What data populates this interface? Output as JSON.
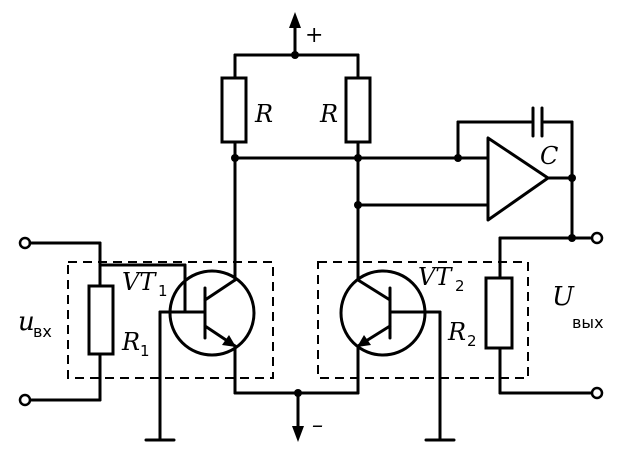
{
  "labels": {
    "plus": "+",
    "minus": "–",
    "r_left": "R",
    "r_right": "R",
    "c": "C",
    "vt1": "VT",
    "vt1_sub": "1",
    "vt2": "VT",
    "vt2_sub": "2",
    "r1": "R",
    "r1_sub": "1",
    "r2": "R",
    "r2_sub": "2",
    "u_in": "u",
    "u_in_sub": "вх",
    "u_out": "U",
    "u_out_sub": "вых"
  }
}
